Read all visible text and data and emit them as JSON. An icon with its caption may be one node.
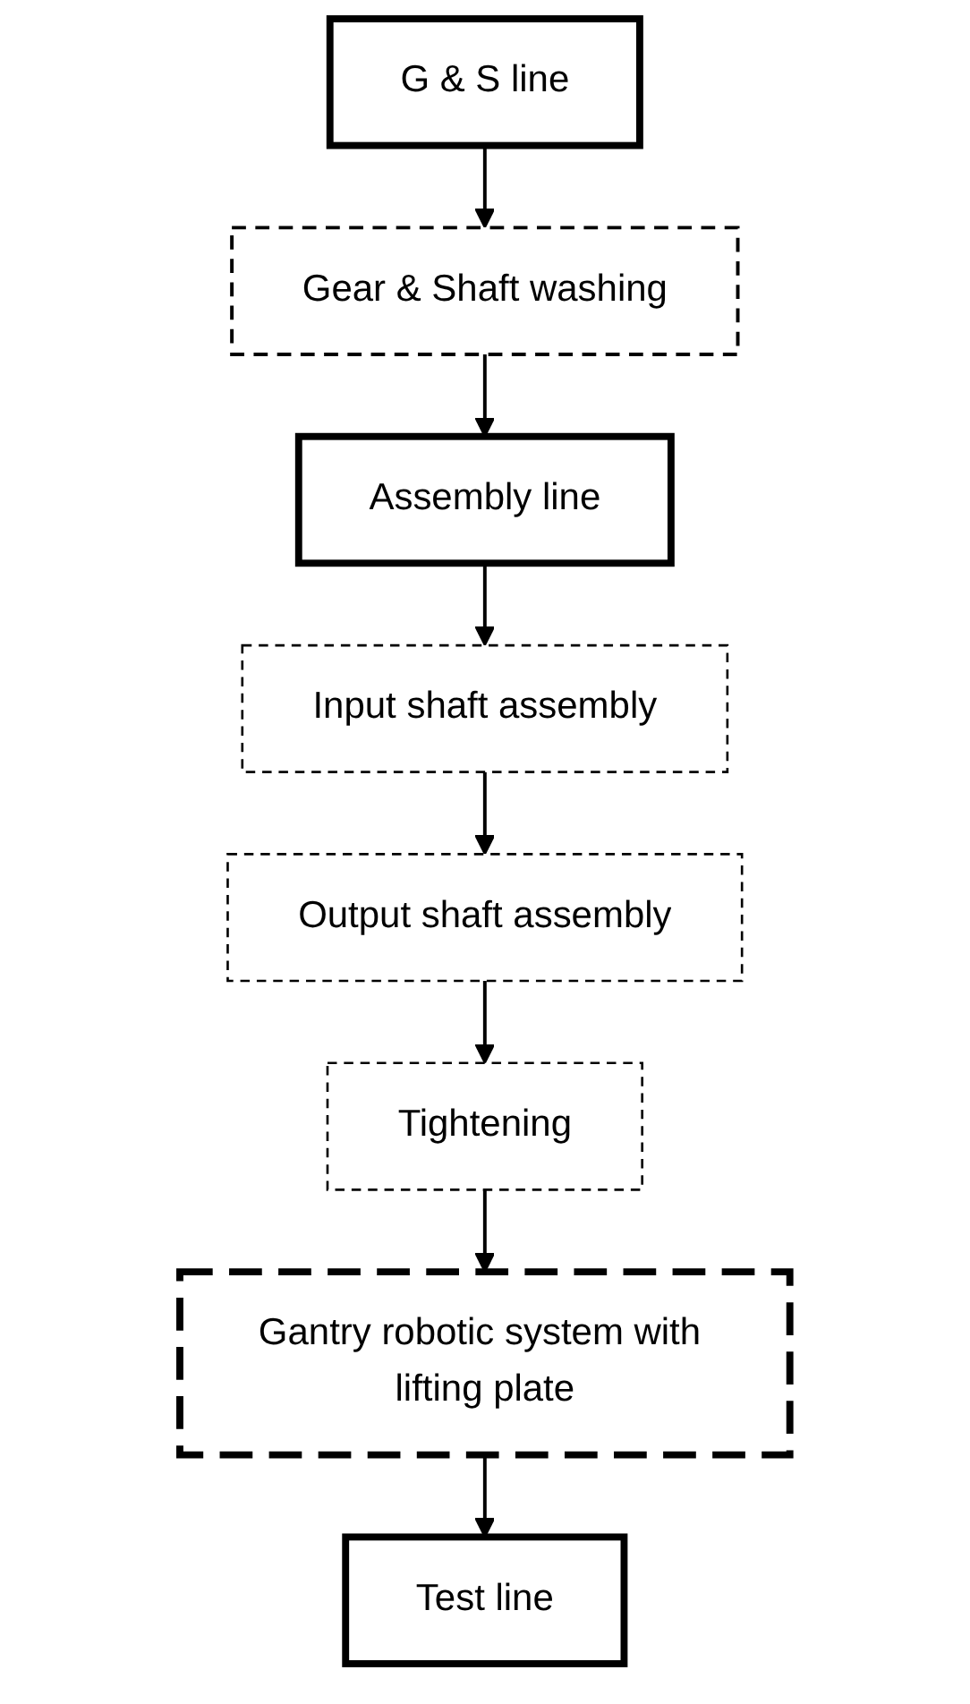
{
  "diagram": {
    "nodes": [
      {
        "text": [
          "G & S line"
        ]
      },
      {
        "text": [
          "Gear & Shaft washing"
        ]
      },
      {
        "text": [
          "Assembly line"
        ]
      },
      {
        "text": [
          "Input shaft assembly"
        ]
      },
      {
        "text": [
          "Output shaft assembly"
        ]
      },
      {
        "text": [
          "Tightening"
        ]
      },
      {
        "text": [
          "Gantry robotic system with lifting plate"
        ]
      },
      {
        "text": [
          "Test line"
        ]
      }
    ],
    "edges": [
      {
        "from": 0,
        "to": 1,
        "arrow": "to"
      },
      {
        "from": 1,
        "to": 2,
        "arrow": "to"
      },
      {
        "from": 2,
        "to": 3,
        "arrow": "to"
      },
      {
        "from": 3,
        "to": 4,
        "arrow": "to"
      },
      {
        "from": 4,
        "to": 5,
        "arrow": "to"
      },
      {
        "from": 5,
        "to": 6,
        "arrow": "to"
      },
      {
        "from": 6,
        "to": 7,
        "arrow": "to"
      }
    ]
  }
}
